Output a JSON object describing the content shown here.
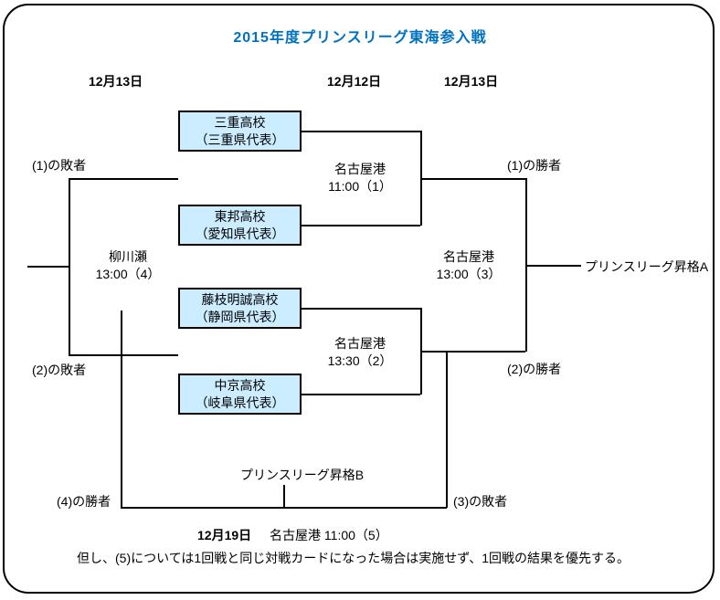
{
  "title": "2015年度プリンスリーグ東海参入戦",
  "dates": {
    "left": "12月13日",
    "middle": "12月12日",
    "right": "12月13日"
  },
  "teams": [
    {
      "name": "三重高校",
      "prefecture": "（三重県代表）"
    },
    {
      "name": "東邦高校",
      "prefecture": "（愛知県代表）"
    },
    {
      "name": "藤枝明誠高校",
      "prefecture": "（静岡県代表）"
    },
    {
      "name": "中京高校",
      "prefecture": "（岐阜県代表）"
    }
  ],
  "matches": {
    "match1": {
      "venue": "名古屋港",
      "time": "11:00（1）"
    },
    "match2": {
      "venue": "名古屋港",
      "time": "13:30（2）"
    },
    "match3": {
      "venue": "名古屋港",
      "time": "13:00（3）"
    },
    "match4": {
      "venue": "柳川瀬",
      "time": "13:00（4）"
    },
    "match5": {
      "date": "12月19日",
      "detail": "名古屋港 11:00（5）"
    }
  },
  "labels": {
    "loser1": "(1)の敗者",
    "loser2": "(2)の敗者",
    "winner1": "(1)の勝者",
    "winner2": "(2)の勝者",
    "winner4": "(4)の勝者",
    "loser3": "(3)の敗者",
    "promotionA": "プリンスリーグ昇格A",
    "promotionB": "プリンスリーグ昇格B"
  },
  "note": "但し、(5)については1回戦と同じ対戦カードになった場合は実施せず、1回戦の結果を優先する。",
  "colors": {
    "title_blue": "#0070C0",
    "team_box_fill": "#CCECFF",
    "line": "#000000"
  }
}
